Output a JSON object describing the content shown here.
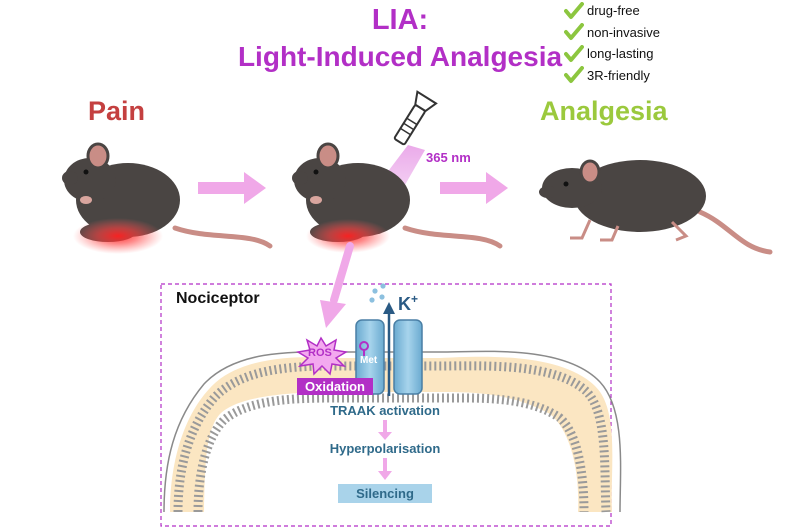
{
  "title": {
    "line1": "LIA:",
    "line2": "Light-Induced Analgesia"
  },
  "stages": {
    "pain": "Pain",
    "analgesia": "Analgesia"
  },
  "benefits": [
    "drug-free",
    "non-invasive",
    "long-lasting",
    "3R-friendly"
  ],
  "light": {
    "wavelength": "365 nm"
  },
  "nociceptor": {
    "title": "Nociceptor",
    "ion": "K",
    "ion_charge": "+",
    "ros": "ROS",
    "met": "Met",
    "oxidation": "Oxidation",
    "steps": [
      "TRAAK activation",
      "Hyperpolarisation"
    ],
    "result": "Silencing"
  },
  "colors": {
    "accent_purple": "#b22fc6",
    "arrow_pink": "#f0a8e8",
    "pain_red": "#c44040",
    "analgesia_green": "#9bc93d",
    "mouse_fur": "#4a4543",
    "membrane_fill": "#fbe6c2",
    "channel_blue": "#8fc3e0",
    "text_teal": "#2f6a8a"
  }
}
